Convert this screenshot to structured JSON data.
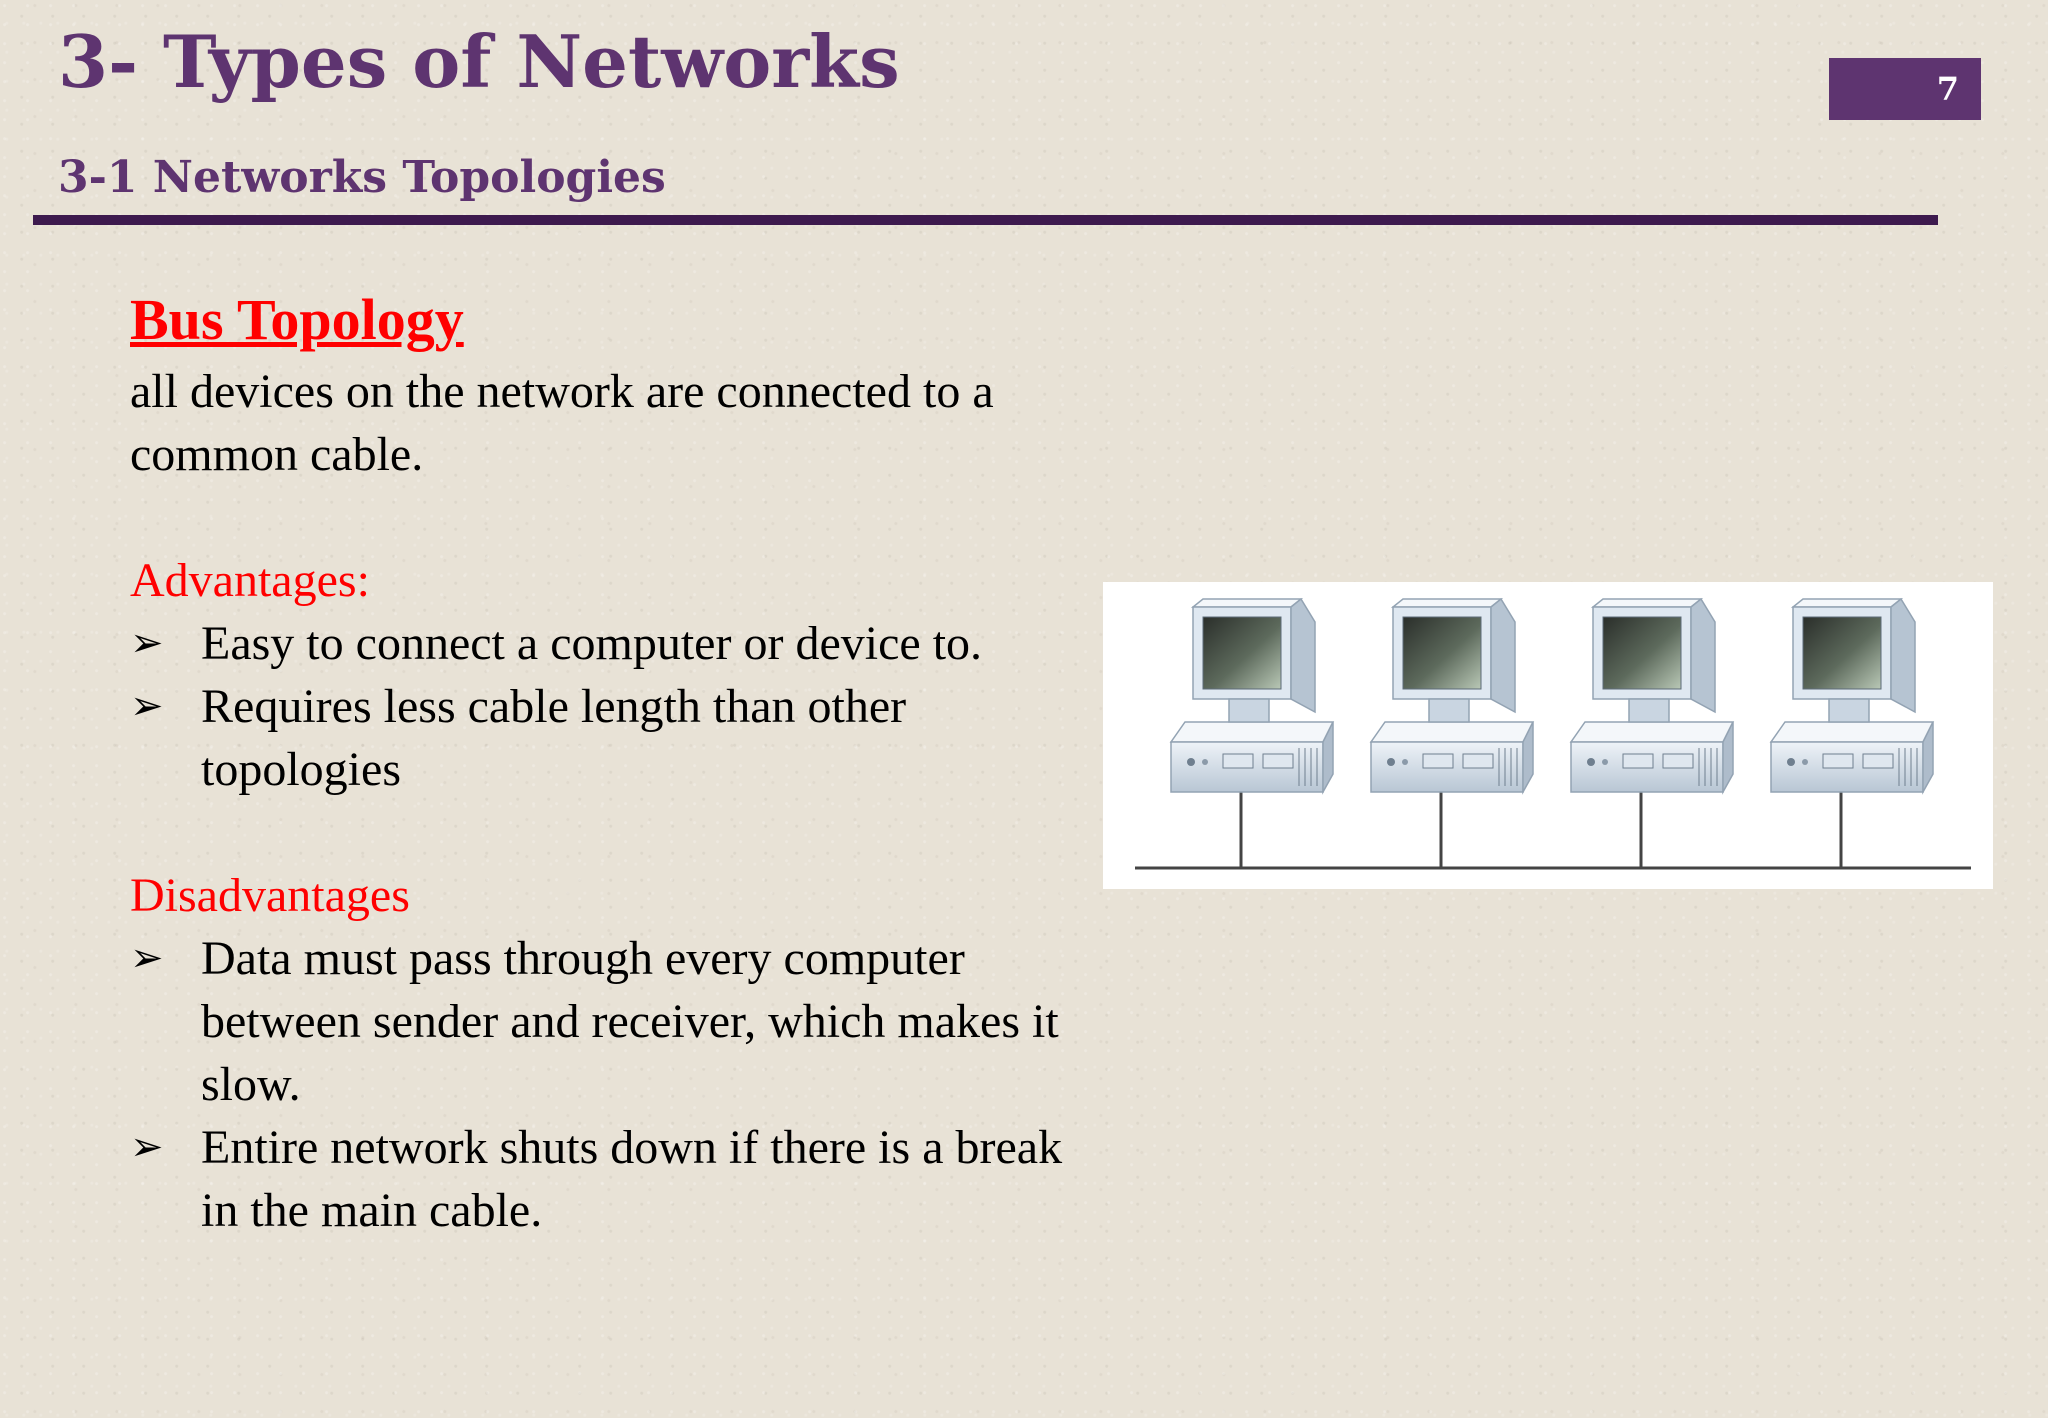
{
  "header": {
    "title": "3- Types of Networks",
    "subtitle": "3-1 Networks Topologies",
    "page_number": "7"
  },
  "content": {
    "heading": "Bus Topology",
    "description": "all devices on the network are connected to a common cable.",
    "advantages": {
      "label": "Advantages:",
      "items": [
        "Easy to connect a computer or device to.",
        "Requires less cable length than other topologies"
      ]
    },
    "disadvantages": {
      "label": "Disadvantages",
      "items": [
        "Data must pass through every computer between sender and receiver, which makes it slow.",
        "Entire network shuts down if there is a break in the main cable."
      ]
    }
  },
  "diagram": {
    "node_count": 4,
    "icon": "computer-icon"
  },
  "colors": {
    "title": "#5e3470",
    "rule": "#3d1a4e",
    "accent_red": "#ff0000",
    "body_text": "#000000"
  }
}
